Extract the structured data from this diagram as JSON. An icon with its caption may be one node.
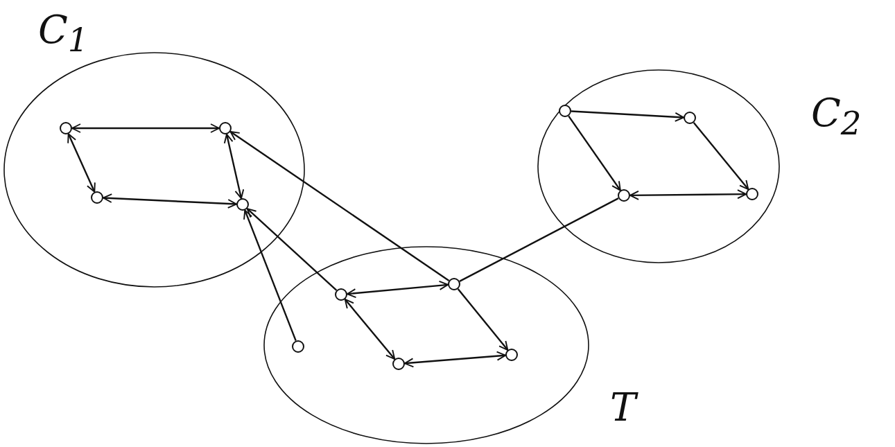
{
  "diagram": {
    "nodes": [
      {
        "text": [
          "C$_{1}$"
        ]
      },
      {
        "text": [],
        "shape": "circle",
        "in": 0
      },
      {
        "text": [],
        "shape": "circle",
        "in": 0
      },
      {
        "text": [],
        "shape": "circle",
        "in": 0
      },
      {
        "text": [],
        "shape": "circle",
        "in": 0
      },
      {
        "text": [
          "C$_{2}$"
        ]
      },
      {
        "text": [],
        "shape": "circle",
        "in": 5
      },
      {
        "text": [],
        "shape": "circle",
        "in": 5
      },
      {
        "text": [],
        "shape": "circle",
        "in": 5
      },
      {
        "text": [],
        "shape": "circle",
        "in": 5
      },
      {
        "text": [
          "T"
        ]
      },
      {
        "text": [],
        "shape": "circle",
        "in": 10
      },
      {
        "text": [],
        "shape": "circle",
        "in": 10
      },
      {
        "text": [],
        "shape": "circle",
        "in": 10
      },
      {
        "text": [],
        "shape": "circle",
        "in": 10
      },
      {
        "text": [],
        "shape": "circle",
        "in": 10
      }
    ],
    "edges": [
      {
        "from": 2,
        "to": 1,
        "arrow": "both"
      },
      {
        "from": 1,
        "to": 3,
        "arrow": "both"
      },
      {
        "from": 2,
        "to": 4,
        "arrow": "both"
      },
      {
        "from": 4,
        "to": 3,
        "arrow": "both"
      },
      {
        "from": 6,
        "to": 7,
        "arrow": "to"
      },
      {
        "from": 6,
        "to": 8,
        "arrow": "to"
      },
      {
        "from": 7,
        "to": 9,
        "arrow": "to"
      },
      {
        "from": 9,
        "to": 8,
        "arrow": "both"
      },
      {
        "from": 11,
        "to": 12,
        "arrow": "both"
      },
      {
        "from": 11,
        "to": 14,
        "arrow": "both"
      },
      {
        "from": 14,
        "to": 15,
        "arrow": "both"
      },
      {
        "from": 12,
        "to": 15,
        "arrow": "to"
      },
      {
        "from": 13,
        "to": 4,
        "arrow": "to"
      },
      {
        "from": 11,
        "to": 4,
        "arrow": "to"
      },
      {
        "from": 12,
        "to": 2,
        "arrow": "to"
      },
      {
        "from": 12,
        "to": 8,
        "arrow": "none"
      }
    ]
  }
}
